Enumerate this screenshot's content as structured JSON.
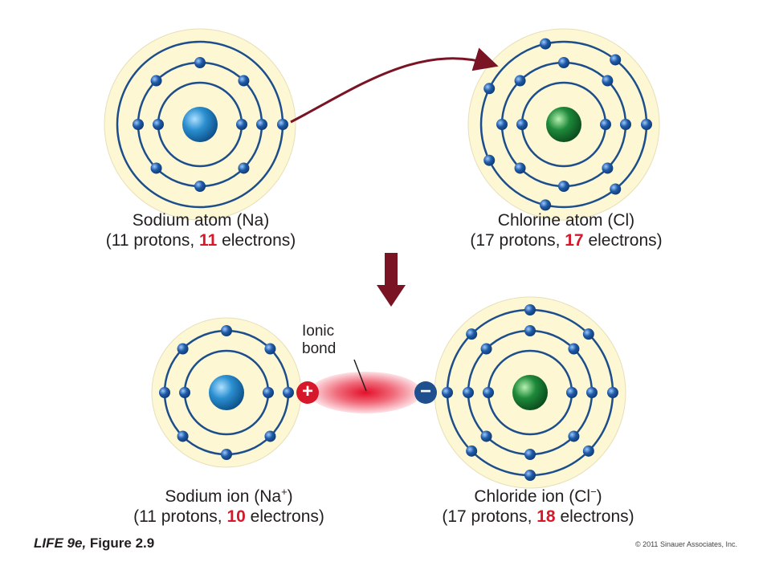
{
  "atoms": [
    {
      "id": "na-atom",
      "nucleus": "blue",
      "shells": [
        2,
        8,
        1
      ]
    },
    {
      "id": "cl-atom",
      "nucleus": "green",
      "shells": [
        2,
        8,
        7
      ]
    },
    {
      "id": "na-ion",
      "nucleus": "blue",
      "shells": [
        2,
        8
      ]
    },
    {
      "id": "cl-ion",
      "nucleus": "green",
      "shells": [
        2,
        8,
        8
      ]
    }
  ],
  "labels": {
    "sodium_atom": {
      "name": "Sodium atom (Na)",
      "open": "(11 protons, ",
      "count": "11",
      "close": " electrons)"
    },
    "chlorine_atom": {
      "name": "Chlorine atom (Cl)",
      "open": "(17 protons, ",
      "count": "17",
      "close": " electrons)"
    },
    "sodium_ion": {
      "name_pre": "Sodium ion (Na",
      "charge": "+",
      "name_post": ")",
      "open": "(11 protons, ",
      "count": "10",
      "close": " electrons)"
    },
    "chloride_ion": {
      "name_pre": "Chloride ion (Cl",
      "charge": "−",
      "name_post": ")",
      "open": "(17 protons, ",
      "count": "18",
      "close": " electrons)"
    }
  },
  "bond": {
    "line1": "Ionic",
    "line2": "bond",
    "plus": "+",
    "minus": "−"
  },
  "footer": {
    "book": "LIFE 9e,",
    "figure": " Figure 2.9",
    "copyright": "© 2011 Sinauer Associates, Inc."
  },
  "colors": {
    "shell_fill": "#fdf7d4",
    "shell_line": "#1d4e8c",
    "electron": "#1f5aa6",
    "arrow": "#7a1424",
    "highlight": "#d7182a",
    "nucleus_blue": "#2b8fd0",
    "nucleus_green": "#1e8a3a"
  }
}
